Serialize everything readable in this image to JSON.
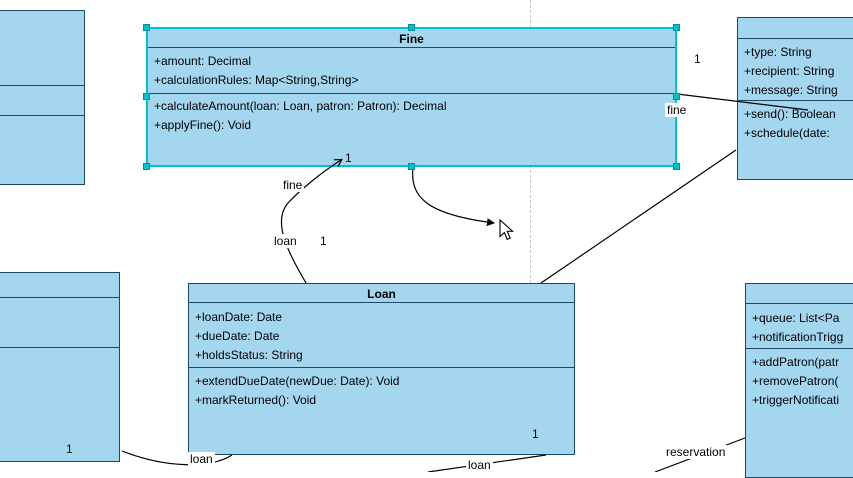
{
  "diagram": {
    "classes": {
      "fine": {
        "title": "Fine",
        "attributes": [
          "+amount: Decimal",
          "+calculationRules: Map<String,String>"
        ],
        "methods": [
          "+calculateAmount(loan: Loan, patron: Patron): Decimal",
          "+applyFine(): Void"
        ]
      },
      "loan": {
        "title": "Loan",
        "attributes": [
          "+loanDate: Date",
          "+dueDate: Date",
          "+holdsStatus: String"
        ],
        "methods": [
          "+extendDueDate(newDue: Date): Void",
          "+markReturned(): Void"
        ]
      },
      "notification": {
        "attributes": [
          "+type: String",
          "+recipient: String",
          "+message: String"
        ],
        "methods": [
          "+send(): Boolean",
          "+schedule(date:"
        ]
      },
      "reservation_queue": {
        "attributes": [
          "+queue: List<Pa",
          "+notificationTrigg"
        ],
        "methods": [
          "+addPatron(patr",
          "+removePatron(",
          "+triggerNotificati"
        ]
      }
    },
    "edge_labels": {
      "mult_fine_notification": "1",
      "role_fine_notification": "fine",
      "mult_loan_fine_target": "1",
      "role_fine": "fine",
      "role_loan": "loan",
      "mult_loan_fine_source": "1",
      "mult_loan_bottom_right": "1",
      "role_loan_bottom_left": "loan",
      "role_loan_bottom_center": "loan",
      "role_reservation": "reservation",
      "mult_bottom_left": "1"
    },
    "colors": {
      "node_fill": "#a5d6f0",
      "node_stroke": "#1c4966",
      "selection": "#00c2cc",
      "edge": "#000000",
      "page_break": "#c9c9c9"
    }
  }
}
